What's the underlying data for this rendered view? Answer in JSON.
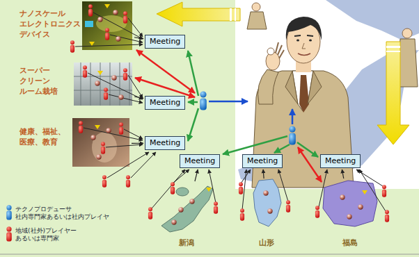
{
  "diagram": {
    "nodes": [
      {
        "text": [
          "ナノスケール エレクトロニクス デバイス"
        ]
      },
      {
        "text": [
          "Meeting"
        ]
      },
      {
        "text": [
          "スーパー クリーン ルーム栽培"
        ]
      },
      {
        "text": [
          "Meeting"
        ]
      },
      {
        "text": [
          "健康、福祉、 医療、教育"
        ]
      },
      {
        "text": [
          "Meeting"
        ]
      },
      {
        "text": [
          "Meeting"
        ]
      },
      {
        "text": [
          "Meeting"
        ]
      },
      {
        "text": [
          "Meeting"
        ]
      },
      {
        "text": [
          "新潟"
        ]
      },
      {
        "text": [
          "山形"
        ]
      },
      {
        "text": [
          "福島"
        ]
      }
    ],
    "edges": [
      {
        "from": 0,
        "to": 1,
        "arrow": "to"
      },
      {
        "from": 2,
        "to": 3,
        "arrow": "to"
      },
      {
        "from": 4,
        "to": 5,
        "arrow": "to"
      },
      {
        "from": 9,
        "to": 6,
        "arrow": "to"
      },
      {
        "from": 10,
        "to": 7,
        "arrow": "to"
      },
      {
        "from": 11,
        "to": 8,
        "arrow": "to"
      }
    ],
    "legend": [
      {
        "text": "テクノプロデューサ 社内専門家あるいは社内プレイヤ"
      },
      {
        "text": "地域(社外)プレイヤー あるいは専門家"
      }
    ]
  }
}
